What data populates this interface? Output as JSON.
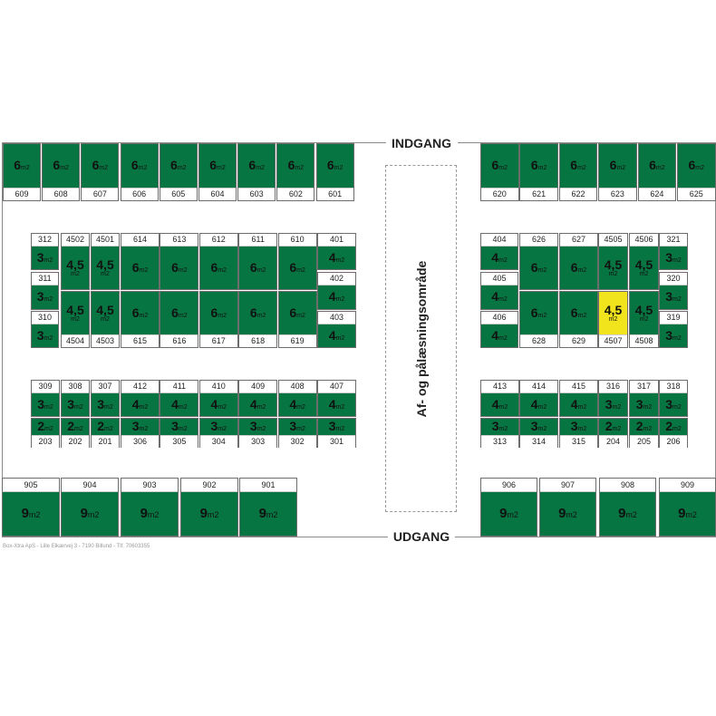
{
  "colors": {
    "unit_green": "#077542",
    "highlight_yellow": "#f1e41c",
    "border": "#6d6d6d"
  },
  "entrance_label": "INDGANG",
  "exit_label": "UDGANG",
  "loading_area_label": "Af- og pålæsningsområde",
  "footer": "Box-Xtra ApS - Lille Elkærvej 3 - 7190 Billund - Tlf. 70603355",
  "unit_suffix": "m2",
  "highlighted_unit": "4507",
  "units": [
    {
      "id": "609",
      "size": "6"
    },
    {
      "id": "608",
      "size": "6"
    },
    {
      "id": "607",
      "size": "6"
    },
    {
      "id": "606",
      "size": "6"
    },
    {
      "id": "605",
      "size": "6"
    },
    {
      "id": "604",
      "size": "6"
    },
    {
      "id": "603",
      "size": "6"
    },
    {
      "id": "602",
      "size": "6"
    },
    {
      "id": "601",
      "size": "6"
    },
    {
      "id": "620",
      "size": "6"
    },
    {
      "id": "621",
      "size": "6"
    },
    {
      "id": "622",
      "size": "6"
    },
    {
      "id": "623",
      "size": "6"
    },
    {
      "id": "624",
      "size": "6"
    },
    {
      "id": "625",
      "size": "6"
    },
    {
      "id": "312",
      "size": "3"
    },
    {
      "id": "311",
      "size": "3"
    },
    {
      "id": "310",
      "size": "3"
    },
    {
      "id": "4502",
      "size": "4,5"
    },
    {
      "id": "4501",
      "size": "4,5"
    },
    {
      "id": "4504",
      "size": "4,5"
    },
    {
      "id": "4503",
      "size": "4,5"
    },
    {
      "id": "614",
      "size": "6"
    },
    {
      "id": "613",
      "size": "6"
    },
    {
      "id": "612",
      "size": "6"
    },
    {
      "id": "611",
      "size": "6"
    },
    {
      "id": "610",
      "size": "6"
    },
    {
      "id": "615",
      "size": "6"
    },
    {
      "id": "616",
      "size": "6"
    },
    {
      "id": "617",
      "size": "6"
    },
    {
      "id": "618",
      "size": "6"
    },
    {
      "id": "619",
      "size": "6"
    },
    {
      "id": "401",
      "size": "4"
    },
    {
      "id": "402",
      "size": "4"
    },
    {
      "id": "403",
      "size": "4"
    },
    {
      "id": "404",
      "size": "4"
    },
    {
      "id": "405",
      "size": "4"
    },
    {
      "id": "406",
      "size": "4"
    },
    {
      "id": "626",
      "size": "6"
    },
    {
      "id": "627",
      "size": "6"
    },
    {
      "id": "628",
      "size": "6"
    },
    {
      "id": "629",
      "size": "6"
    },
    {
      "id": "4505",
      "size": "4,5"
    },
    {
      "id": "4506",
      "size": "4,5"
    },
    {
      "id": "4507",
      "size": "4,5"
    },
    {
      "id": "4508",
      "size": "4,5"
    },
    {
      "id": "321",
      "size": "3"
    },
    {
      "id": "320",
      "size": "3"
    },
    {
      "id": "319",
      "size": "3"
    },
    {
      "id": "309",
      "size": "3"
    },
    {
      "id": "308",
      "size": "3"
    },
    {
      "id": "307",
      "size": "3"
    },
    {
      "id": "412",
      "size": "4"
    },
    {
      "id": "411",
      "size": "4"
    },
    {
      "id": "410",
      "size": "4"
    },
    {
      "id": "409",
      "size": "4"
    },
    {
      "id": "408",
      "size": "4"
    },
    {
      "id": "407",
      "size": "4"
    },
    {
      "id": "203",
      "size": "2"
    },
    {
      "id": "202",
      "size": "2"
    },
    {
      "id": "201",
      "size": "2"
    },
    {
      "id": "306",
      "size": "3"
    },
    {
      "id": "305",
      "size": "3"
    },
    {
      "id": "304",
      "size": "3"
    },
    {
      "id": "303",
      "size": "3"
    },
    {
      "id": "302",
      "size": "3"
    },
    {
      "id": "301",
      "size": "3"
    },
    {
      "id": "413",
      "size": "4"
    },
    {
      "id": "414",
      "size": "4"
    },
    {
      "id": "415",
      "size": "4"
    },
    {
      "id": "316",
      "size": "3"
    },
    {
      "id": "317",
      "size": "3"
    },
    {
      "id": "318",
      "size": "3"
    },
    {
      "id": "313",
      "size": "3"
    },
    {
      "id": "314",
      "size": "3"
    },
    {
      "id": "315",
      "size": "3"
    },
    {
      "id": "204",
      "size": "2"
    },
    {
      "id": "205",
      "size": "2"
    },
    {
      "id": "206",
      "size": "2"
    },
    {
      "id": "905",
      "size": "9"
    },
    {
      "id": "904",
      "size": "9"
    },
    {
      "id": "903",
      "size": "9"
    },
    {
      "id": "902",
      "size": "9"
    },
    {
      "id": "901",
      "size": "9"
    },
    {
      "id": "906",
      "size": "9"
    },
    {
      "id": "907",
      "size": "9"
    },
    {
      "id": "908",
      "size": "9"
    },
    {
      "id": "909",
      "size": "9"
    }
  ]
}
